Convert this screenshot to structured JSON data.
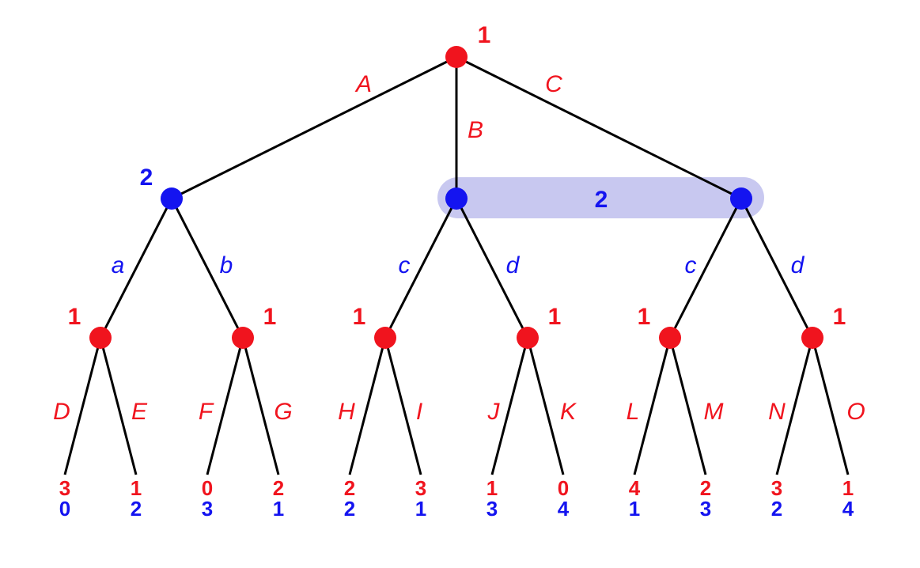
{
  "colors": {
    "player1": "#f0141e",
    "player2": "#1414f0",
    "info_set": "#c8c8f0",
    "edge": "#000000"
  },
  "root": {
    "player": "1"
  },
  "info_set_label": "2",
  "moves_level1": [
    "A",
    "B",
    "C"
  ],
  "level2": [
    {
      "player": "2",
      "moves": [
        "a",
        "b"
      ]
    },
    {
      "player": "",
      "moves": [
        "c",
        "d"
      ]
    },
    {
      "player": "",
      "moves": [
        "c",
        "d"
      ]
    }
  ],
  "level3": [
    {
      "player": "1",
      "moves": [
        "D",
        "E"
      ]
    },
    {
      "player": "1",
      "moves": [
        "F",
        "G"
      ]
    },
    {
      "player": "1",
      "moves": [
        "H",
        "I"
      ]
    },
    {
      "player": "1",
      "moves": [
        "J",
        "K"
      ]
    },
    {
      "player": "1",
      "moves": [
        "L",
        "M"
      ]
    },
    {
      "player": "1",
      "moves": [
        "N",
        "O"
      ]
    }
  ],
  "payoffs": [
    {
      "p1": "3",
      "p2": "0"
    },
    {
      "p1": "1",
      "p2": "2"
    },
    {
      "p1": "0",
      "p2": "3"
    },
    {
      "p1": "2",
      "p2": "1"
    },
    {
      "p1": "2",
      "p2": "2"
    },
    {
      "p1": "3",
      "p2": "1"
    },
    {
      "p1": "1",
      "p2": "3"
    },
    {
      "p1": "0",
      "p2": "4"
    },
    {
      "p1": "4",
      "p2": "1"
    },
    {
      "p1": "2",
      "p2": "3"
    },
    {
      "p1": "3",
      "p2": "2"
    },
    {
      "p1": "1",
      "p2": "4"
    }
  ]
}
